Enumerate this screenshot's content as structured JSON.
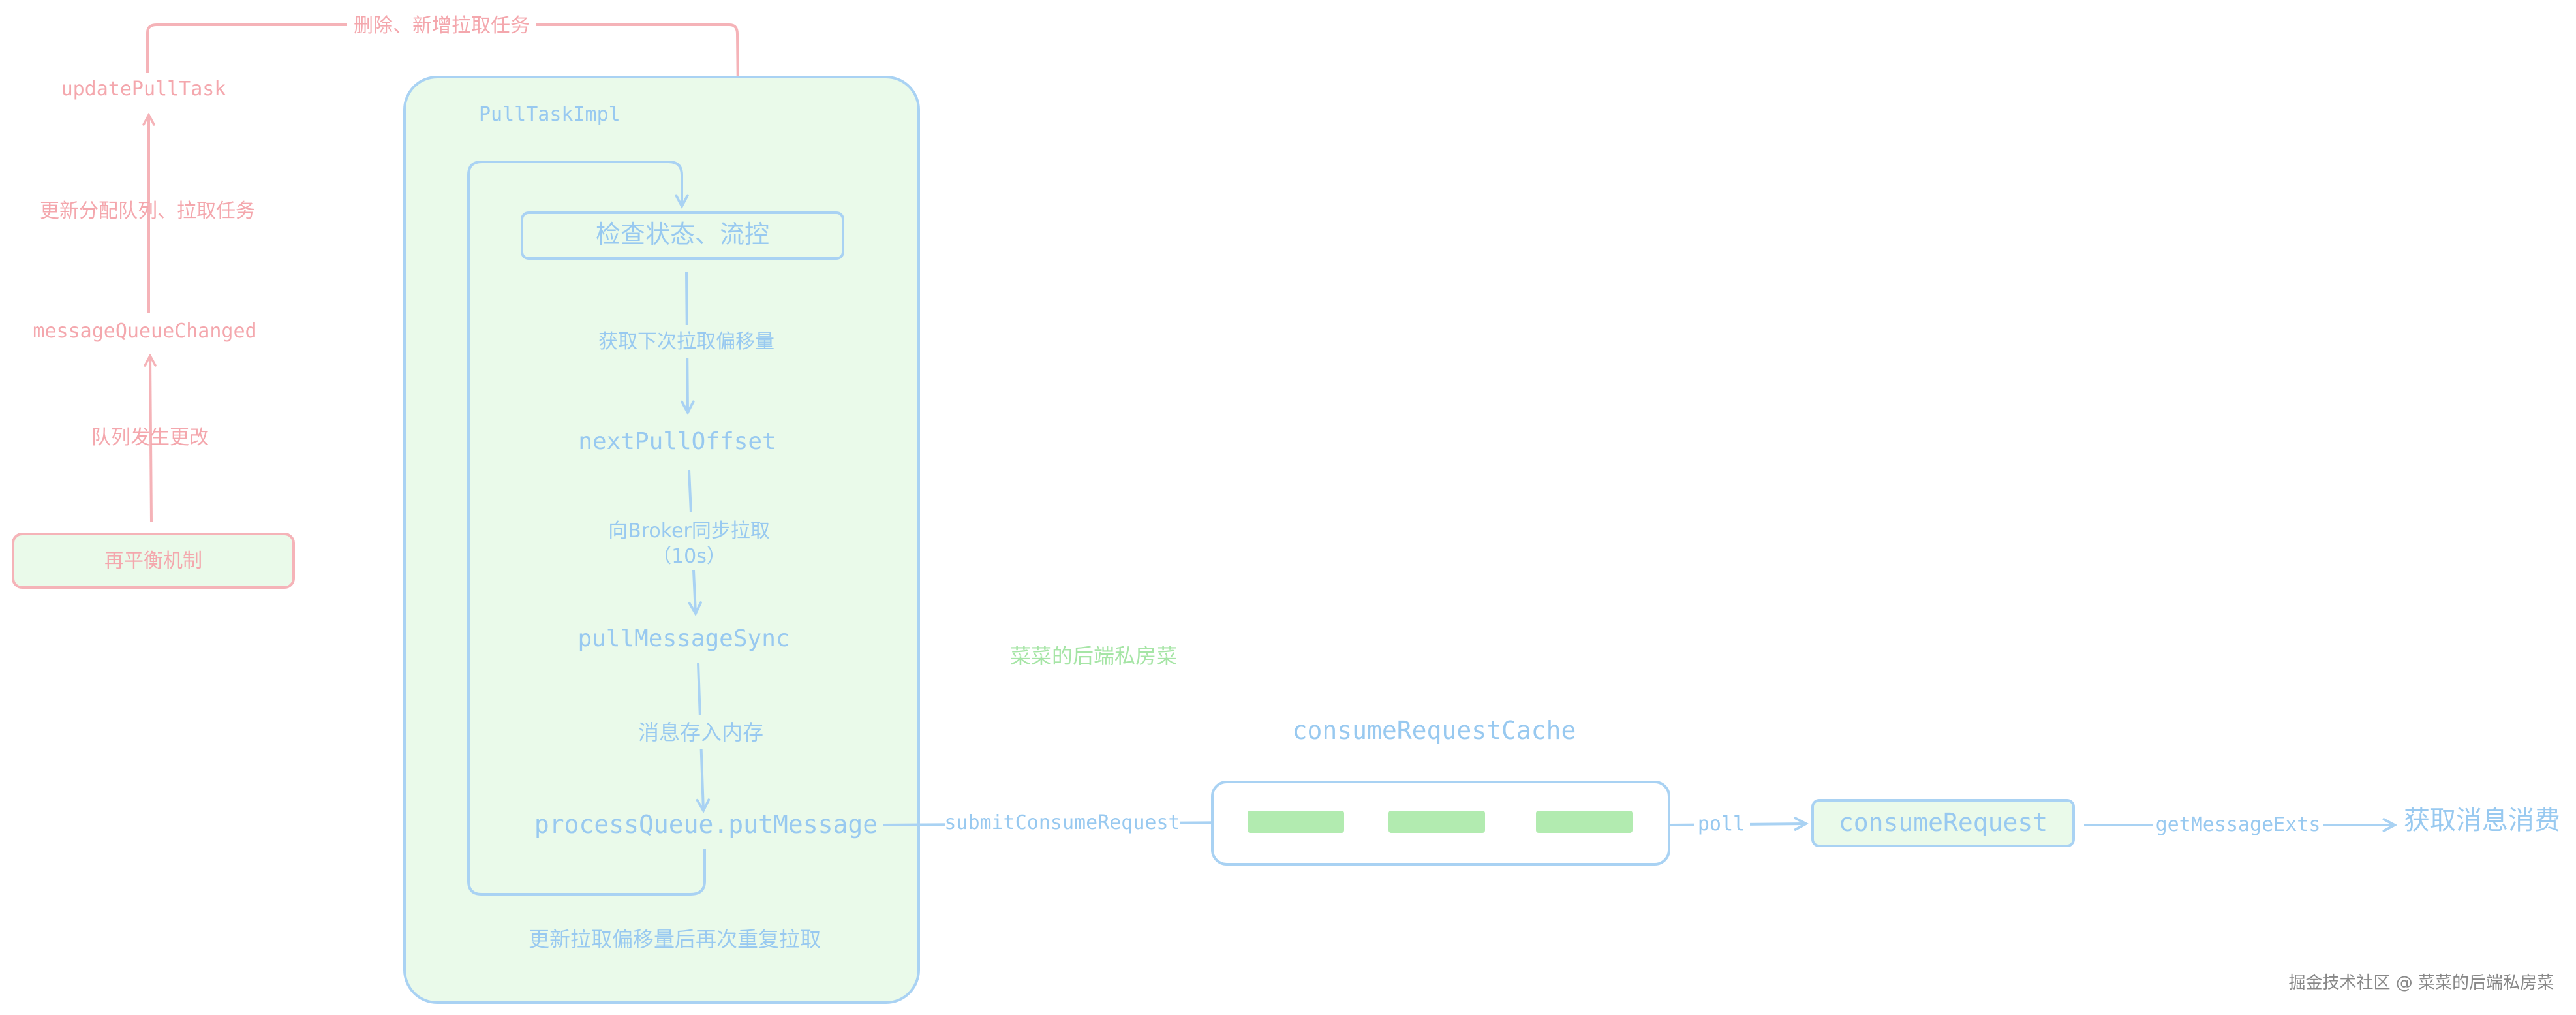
{
  "colors": {
    "pink": "#f5b3b8",
    "pink_text": "#f4a7ad",
    "blue": "#a9d2f3",
    "blue_text": "#98c9f0",
    "green_fill": "#eafaea",
    "green_bar": "#b2ebb0",
    "green_text": "#a6e5a6",
    "watermark": "#888888"
  },
  "left": {
    "update_pull_task": "updatePullTask",
    "delete_add_label": "删除、新增拉取任务",
    "update_assign_label": "更新分配队列、拉取任务",
    "message_queue_changed": "messageQueueChanged",
    "queue_changed_label": "队列发生更改",
    "rebalance": "再平衡机制"
  },
  "pull_task": {
    "title": "PullTaskImpl",
    "check_state": "检查状态、流控",
    "get_offset_label": "获取下次拉取偏移量",
    "next_pull_offset": "nextPullOffset",
    "sync_pull_label_1": "向Broker同步拉取",
    "sync_pull_label_2": "（10s）",
    "pull_message_sync": "pullMessageSync",
    "store_label": "消息存入内存",
    "put_message": "processQueue.putMessage",
    "repeat_label": "更新拉取偏移量后再次重复拉取"
  },
  "right": {
    "brand": "菜菜的后端私房菜",
    "cache_title": "consumeRequestCache",
    "submit_label": "submitConsumeRequest",
    "poll_label": "poll",
    "consume_request": "consumeRequest",
    "get_exts_label": "getMessageExts",
    "get_consume": "获取消息消费"
  },
  "watermark": "掘金技术社区 @ 菜菜的后端私房菜"
}
